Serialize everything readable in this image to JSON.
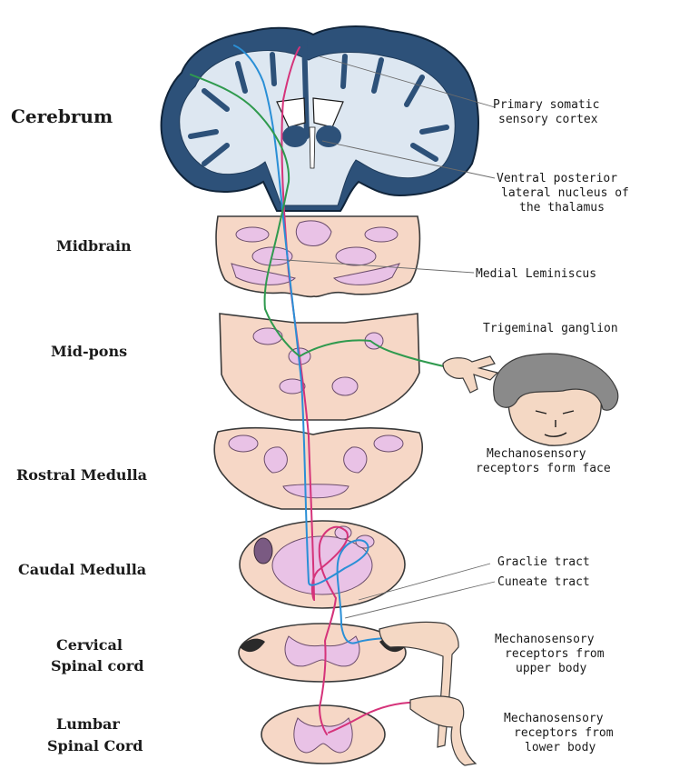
{
  "colors": {
    "cortex": "#2d5179",
    "white_matter": "#dde7f1",
    "section_fill": "#f6d7c6",
    "gray_matter": "#e9c2e6",
    "gracile_pathway": "#d5337a",
    "cuneate_pathway": "#2a8fd6",
    "trigeminal_pathway": "#2f9a4e",
    "skin": "#f4d8c4",
    "hair": "#8a8a8a"
  },
  "left_labels": {
    "cerebrum": "Cerebrum",
    "midbrain": "Midbrain",
    "mid_pons": "Mid-pons",
    "rostral_medulla": "Rostral Medulla",
    "caudal_medulla": "Caudal Medulla",
    "cervical_1": "Cervical",
    "cervical_2": "Spinal cord",
    "lumbar_1": "Lumbar",
    "lumbar_2": "Spinal Cord"
  },
  "right_labels": {
    "cortex_1": "Primary somatic",
    "cortex_2": "sensory cortex",
    "vpl_1": "Ventral posterior",
    "vpl_2": "lateral nucleus of",
    "vpl_3": "the thalamus",
    "medial_lemniscus": "Medial Leminiscus",
    "trigeminal_ganglion": "Trigeminal ganglion",
    "face_1": "Mechanosensory",
    "face_2": "receptors form face",
    "gracile_tract": "Graclie tract",
    "cuneate_tract": "Cuneate tract",
    "upper_1": "Mechanosensory",
    "upper_2": "receptors from",
    "upper_3": "upper body",
    "lower_1": "Mechanosensory",
    "lower_2": "receptors from",
    "lower_3": "lower body"
  }
}
